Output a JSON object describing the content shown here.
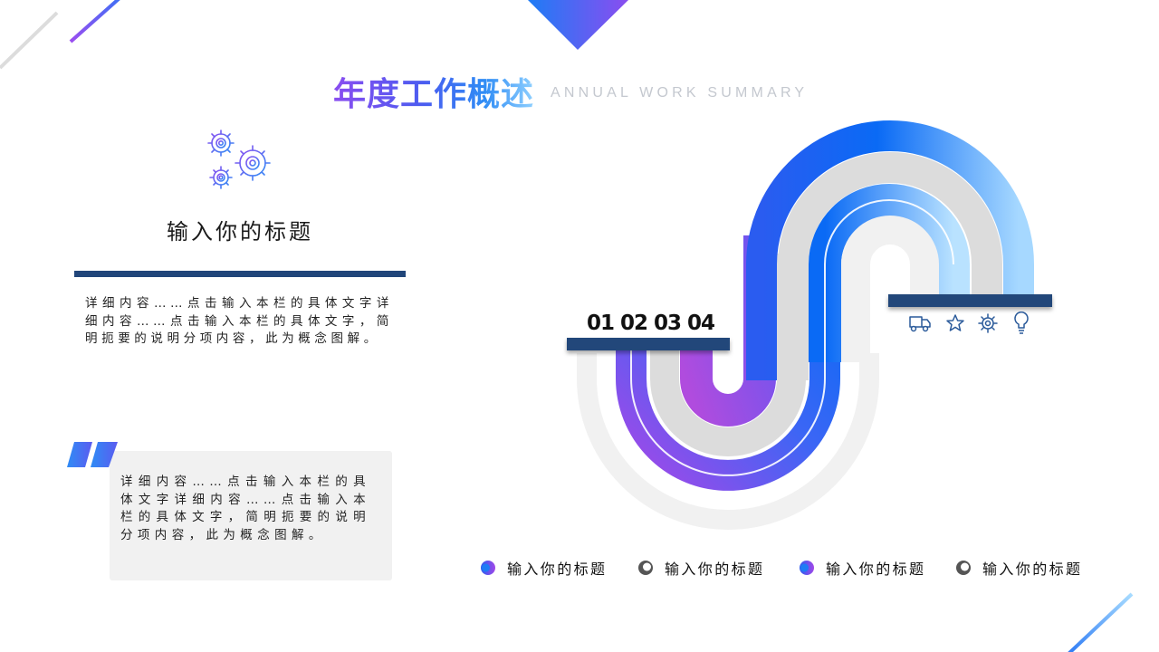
{
  "header": {
    "title": "年度工作概述",
    "subtitle": "ANNUAL WORK SUMMARY"
  },
  "left_panel": {
    "icon": "gears-icon",
    "heading": "输入你的标题",
    "body": "详细内容……点击输入本栏的具体文字详细内容……点击输入本栏的具体文字，简明扼要的说明分项内容，此为概念图解。"
  },
  "quote_panel": {
    "icon": "quote-mark-icon",
    "body": "详细内容……点击输入本栏的具体文字详细内容……点击输入本栏的具体文字，简明扼要的说明分项内容，此为概念图解。"
  },
  "diagram": {
    "numbers_label": "01 02 03 04",
    "icons": [
      "truck-icon",
      "star-icon",
      "gear-icon",
      "lightbulb-icon"
    ]
  },
  "legend": [
    {
      "label": "输入你的标题",
      "style": "gradient-dot"
    },
    {
      "label": "输入你的标题",
      "style": "gray-ring"
    },
    {
      "label": "输入你的标题",
      "style": "gradient-dot"
    },
    {
      "label": "输入你的标题",
      "style": "gray-ring"
    }
  ],
  "colors": {
    "purple": "#9b4ef0",
    "blue": "#0a6af5",
    "light_blue": "#a8dcff",
    "navy_bar": "#21467a",
    "gray_band": "#dddddd",
    "light_gray_band": "#f1f1f1"
  }
}
